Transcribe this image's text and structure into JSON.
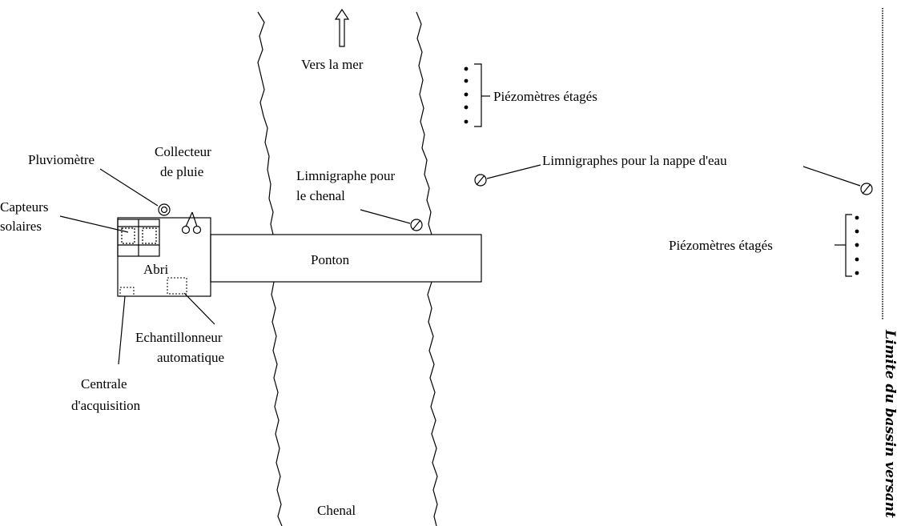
{
  "labels": {
    "vers_la_mer": "Vers la mer",
    "piezo_top": "Piézomètres étagés",
    "piezo_right": "Piézomètres étagés",
    "pluviometre": "Pluviomètre",
    "collecteur_line1": "Collecteur",
    "collecteur_line2": "de pluie",
    "limni_chenal_line1": "Limnigraphe pour",
    "limni_chenal_line2": "le chenal",
    "limni_nappe": "Limnigraphes pour la nappe d'eau",
    "capteurs_line1": "Capteurs",
    "capteurs_line2": "solaires",
    "abri": "Abri",
    "ponton": "Ponton",
    "echant_line1": "Echantillonneur",
    "echant_line2": "automatique",
    "centrale_line1": "Centrale",
    "centrale_line2": "d'acquisition",
    "chenal": "Chenal",
    "limite": "Limite du bassin versant"
  },
  "colors": {
    "ink": "#000000",
    "background": "#ffffff"
  }
}
